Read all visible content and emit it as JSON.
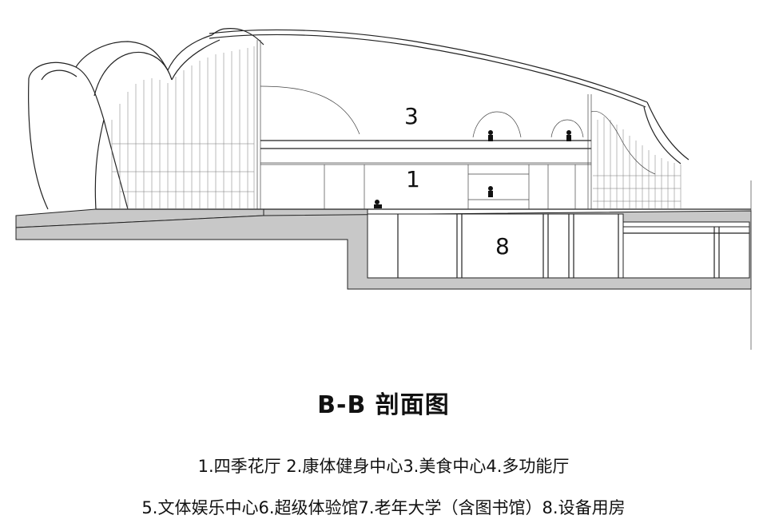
{
  "title": "B-B 剖面图",
  "legend": {
    "line1": "1.四季花厅 2.康体健身中心3.美食中心4.多功能厅",
    "line2": "5.文体娱乐中心6.超级体验馆7.老年大学（含图书馆）8.设备用房"
  },
  "section_labels": [
    "3",
    "1",
    "8"
  ]
}
